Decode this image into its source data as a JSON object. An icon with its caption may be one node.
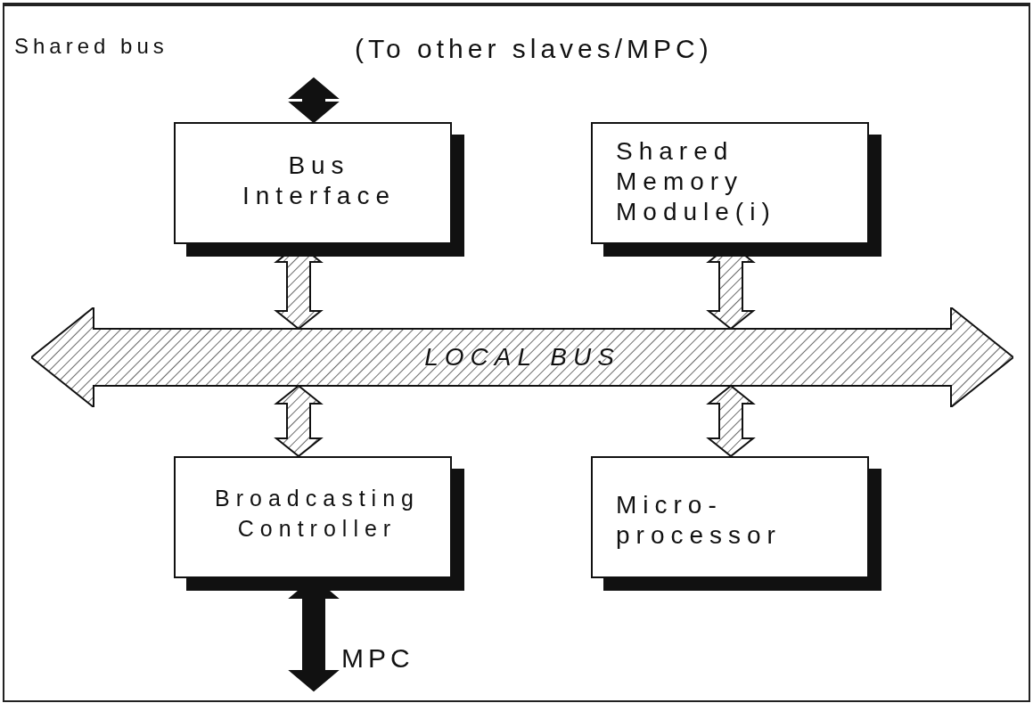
{
  "diagram": {
    "nodes": [
      {
        "text": [
          "Bus Interface"
        ]
      },
      {
        "text": [
          "Shared Memory Module(i)"
        ]
      },
      {
        "text": [
          "LOCAL BUS"
        ]
      },
      {
        "text": [
          "Broadcasting Controller"
        ]
      },
      {
        "text": [
          "Micro-processor"
        ]
      }
    ],
    "edges": [
      {
        "from": null,
        "to": 0,
        "arrow": "both",
        "style": "thick"
      },
      {
        "from": 0,
        "to": 2,
        "arrow": "both"
      },
      {
        "from": 1,
        "to": 2,
        "arrow": "both"
      },
      {
        "from": 2,
        "to": 3,
        "arrow": "both"
      },
      {
        "from": 2,
        "to": 4,
        "arrow": "both"
      },
      {
        "from": 3,
        "to": null,
        "arrow": "both",
        "style": "thick"
      }
    ],
    "labels": [
      "Shared bus",
      "(To other slaves/MPC)",
      "MPC"
    ]
  }
}
